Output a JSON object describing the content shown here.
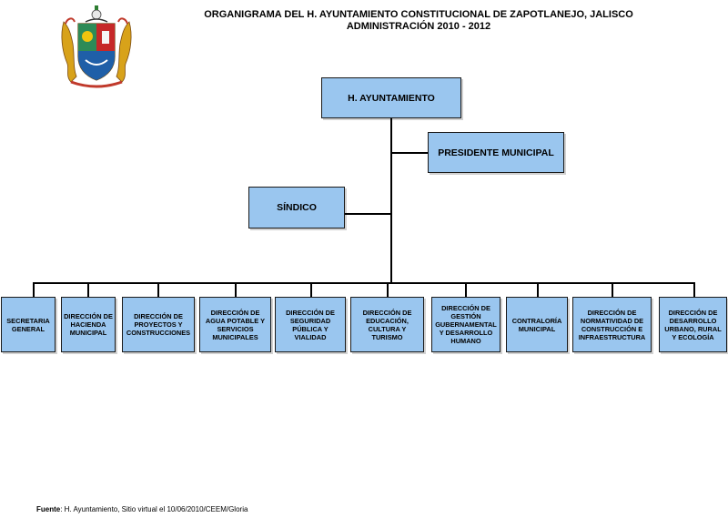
{
  "header": {
    "title_line1": "ORGANIGRAMA DEL H. AYUNTAMIENTO CONSTITUCIONAL DE ZAPOTLANEJO, JALISCO",
    "title_line2": "ADMINISTRACIÓN 2010 - 2012"
  },
  "org": {
    "top": "H. AYUNTAMIENTO",
    "president": "PRESIDENTE MUNICIPAL",
    "sindico": "SÍNDICO",
    "departments": [
      "SECRETARIA GENERAL",
      "DIRECCIÓN DE HACIENDA MUNICIPAL",
      "DIRECCIÓN DE PROYECTOS Y CONSTRUCCIONES",
      "DIRECCIÓN DE AGUA POTABLE Y SERVICIOS MUNICIPALES",
      "DIRECCIÓN DE SEGURIDAD PÚBLICA Y VIALIDAD",
      "DIRECCIÓN DE EDUCACIÓN, CULTURA Y TURISMO",
      "DIRECCIÓN DE GESTIÓN GUBERNAMENTAL Y DESARROLLO HUMANO",
      "CONTRALORÍA MUNICIPAL",
      "DIRECCIÓN DE NORMATIVIDAD DE CONSTRUCCIÓN E INFRAESTRUCTURA",
      "DIRECCIÓN DE DESARROLLO URBANO, RURAL Y ECOLOGÍA"
    ]
  },
  "footer": {
    "label": "Fuente",
    "text": ": H. Ayuntamiento, Sitio virtual el 10/06/2010/CEEM/Gloria"
  },
  "colors": {
    "box_fill": "#9ac6ef",
    "line": "#000000"
  },
  "logo": {
    "icon": "municipal-coat-of-arms"
  }
}
